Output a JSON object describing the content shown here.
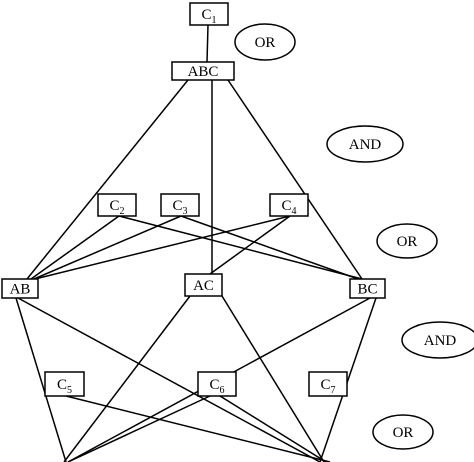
{
  "nodes": {
    "c1": {
      "main": "C",
      "sub": "1"
    },
    "abc": {
      "main": "ABC",
      "sub": ""
    },
    "c2": {
      "main": "C",
      "sub": "2"
    },
    "c3": {
      "main": "C",
      "sub": "3"
    },
    "c4": {
      "main": "C",
      "sub": "4"
    },
    "ab": {
      "main": "AB",
      "sub": ""
    },
    "ac": {
      "main": "AC",
      "sub": ""
    },
    "bc": {
      "main": "BC",
      "sub": ""
    },
    "c5": {
      "main": "C",
      "sub": "5"
    },
    "c6": {
      "main": "C",
      "sub": "6"
    },
    "c7": {
      "main": "C",
      "sub": "7"
    }
  },
  "operators": [
    "OR",
    "AND",
    "OR",
    "AND",
    "OR"
  ],
  "edges": [
    [
      "c1",
      "abc"
    ],
    [
      "abc",
      "ab"
    ],
    [
      "abc",
      "ac"
    ],
    [
      "abc",
      "bc"
    ],
    [
      "c2",
      "ab"
    ],
    [
      "c2",
      "bc"
    ],
    [
      "c3",
      "ab"
    ],
    [
      "c3",
      "bc"
    ],
    [
      "c4",
      "ac"
    ],
    [
      "c4",
      "ab"
    ],
    [
      "ab",
      "c5"
    ],
    [
      "ab",
      "c7"
    ],
    [
      "ac",
      "c5"
    ],
    [
      "ac",
      "c7"
    ],
    [
      "bc",
      "c5"
    ],
    [
      "bc",
      "c6"
    ],
    [
      "c5",
      "c7"
    ],
    [
      "c6",
      "c5"
    ],
    [
      "c6",
      "c7"
    ]
  ]
}
